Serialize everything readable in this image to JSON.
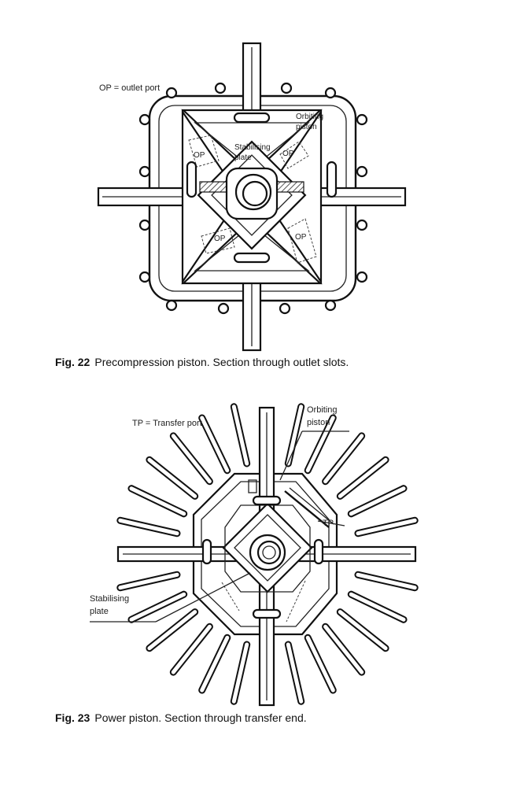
{
  "figures": [
    {
      "id": "fig22",
      "caption_number": "Fig. 22",
      "caption_text": "Precompression piston. Section through outlet slots.",
      "legend": "OP = outlet port",
      "labels": {
        "orbiting_piston": [
          "Orbiting",
          "piston"
        ],
        "stabilising_plate": [
          "Stabilising",
          "plate"
        ],
        "op": "OP"
      }
    },
    {
      "id": "fig23",
      "caption_number": "Fig. 23",
      "caption_text": "Power piston. Section through transfer end.",
      "legend": "TP = Transfer port",
      "labels": {
        "orbiting_piston": [
          "Orbiting",
          "piston"
        ],
        "stabilising_plate": [
          "Stabilising",
          "plate"
        ],
        "tp": "TP"
      }
    }
  ]
}
